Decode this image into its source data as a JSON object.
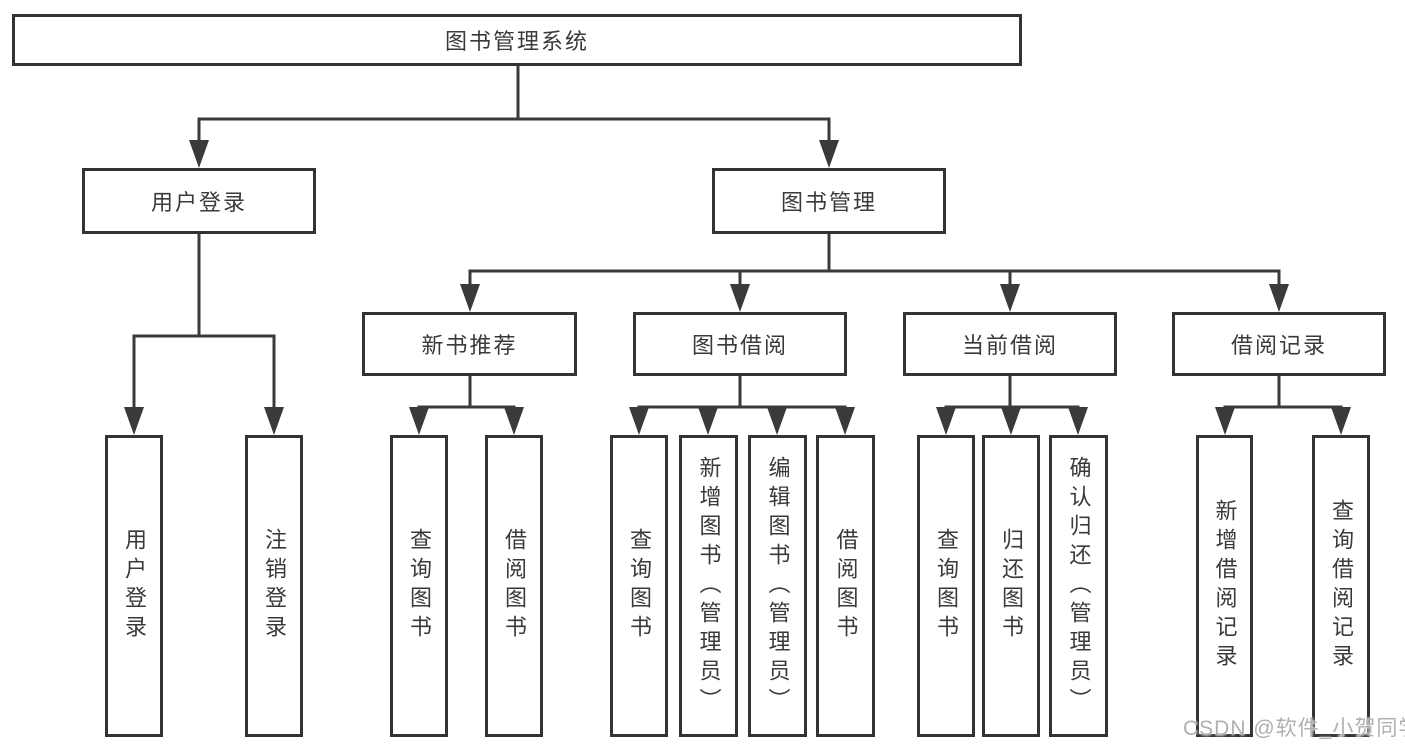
{
  "tree": {
    "label": "图书管理系统",
    "children": [
      {
        "label": "用户登录",
        "children": [
          {
            "label": "用户登录"
          },
          {
            "label": "注销登录"
          }
        ]
      },
      {
        "label": "图书管理",
        "children": [
          {
            "label": "新书推荐",
            "children": [
              {
                "label": "查询图书"
              },
              {
                "label": "借阅图书"
              }
            ]
          },
          {
            "label": "图书借阅",
            "children": [
              {
                "label": "查询图书"
              },
              {
                "label": "新增图书（管理员）"
              },
              {
                "label": "编辑图书（管理员）"
              },
              {
                "label": "借阅图书"
              }
            ]
          },
          {
            "label": "当前借阅",
            "children": [
              {
                "label": "查询图书"
              },
              {
                "label": "归还图书"
              },
              {
                "label": "确认归还（管理员）"
              }
            ]
          },
          {
            "label": "借阅记录",
            "children": [
              {
                "label": "新增借阅记录"
              },
              {
                "label": "查询借阅记录"
              }
            ]
          }
        ]
      }
    ]
  },
  "watermark": "CSDN @软件_小贺同学",
  "colors": {
    "line": "#3a3a3a",
    "box_border": "#333333",
    "text": "#3a3a3a",
    "watermark": "#b0b0b0",
    "background": "#ffffff"
  }
}
